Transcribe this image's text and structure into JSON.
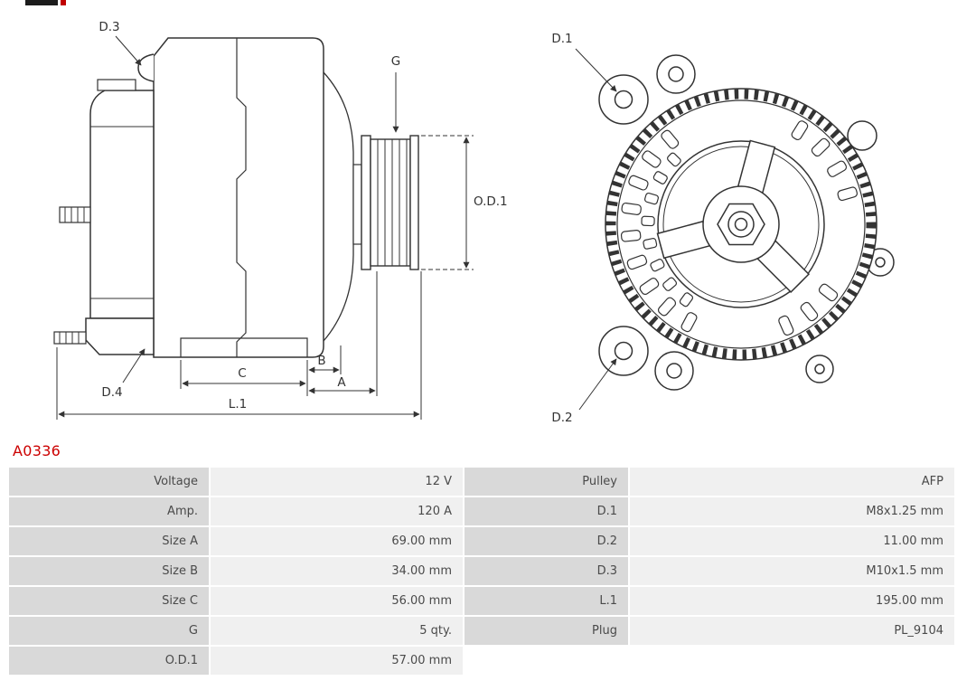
{
  "colors": {
    "part_number_red": "#cc0000",
    "table_label_bg": "#d9d9d9",
    "table_value_bg": "#f0f0f0",
    "drawing_line": "#333333"
  },
  "part_number": "A0336",
  "diagram": {
    "labels": {
      "d1": "D.1",
      "d2": "D.2",
      "d3": "D.3",
      "d4": "D.4",
      "g": "G",
      "od1": "O.D.1",
      "a": "A",
      "b": "B",
      "c": "C",
      "l1": "L.1"
    }
  },
  "spec_table": {
    "rows": [
      {
        "pairs": [
          {
            "label": "Voltage",
            "value": "12 V"
          },
          {
            "label": "Pulley",
            "value": "AFP"
          }
        ]
      },
      {
        "pairs": [
          {
            "label": "Amp.",
            "value": "120 A"
          },
          {
            "label": "D.1",
            "value": "M8x1.25 mm"
          }
        ]
      },
      {
        "pairs": [
          {
            "label": "Size A",
            "value": "69.00 mm"
          },
          {
            "label": "D.2",
            "value": "11.00 mm"
          }
        ]
      },
      {
        "pairs": [
          {
            "label": "Size B",
            "value": "34.00 mm"
          },
          {
            "label": "D.3",
            "value": "M10x1.5 mm"
          }
        ]
      },
      {
        "pairs": [
          {
            "label": "Size C",
            "value": "56.00 mm"
          },
          {
            "label": "L.1",
            "value": "195.00 mm"
          }
        ]
      },
      {
        "pairs": [
          {
            "label": "G",
            "value": "5 qty."
          },
          {
            "label": "Plug",
            "value": "PL_9104"
          }
        ]
      },
      {
        "pairs": [
          {
            "label": "O.D.1",
            "value": "57.00 mm"
          }
        ]
      }
    ]
  }
}
